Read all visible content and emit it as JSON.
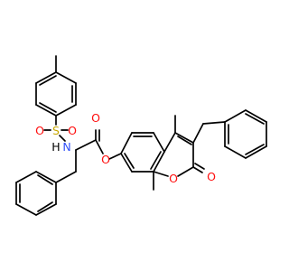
{
  "colors": {
    "bond": "#000000",
    "oxygen": "#ff0d0d",
    "nitrogen": "#3050f8",
    "sulfur": "#c8a800",
    "hydrogen": "#000000"
  },
  "atoms": {
    "sulfonyl_o_left": "O",
    "sulfur": "S",
    "sulfonyl_o_right": "O",
    "amide_n": "N",
    "amide_h": "H",
    "ester_o_carbonyl": "O",
    "ester_o_link": "O",
    "ring_o": "O",
    "lactone_o": "O"
  }
}
